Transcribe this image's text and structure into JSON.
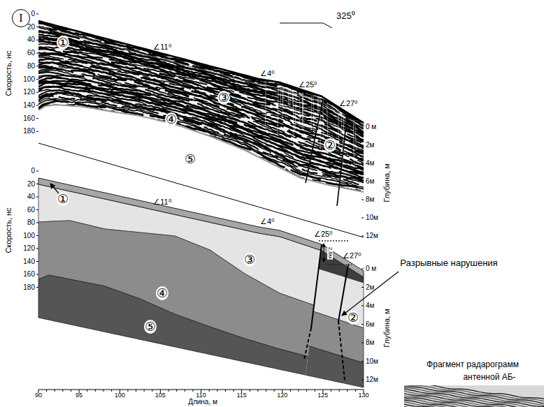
{
  "diagram": {
    "nodes": [
      {
        "text": [
          "I"
        ]
      }
    ],
    "labels": [
      "325⁰",
      "Скорость, нс",
      "0",
      "20",
      "40",
      "60",
      "80",
      "100",
      "120",
      "140",
      "160",
      "180",
      "Глубина, м",
      "0 м",
      "2м",
      "4м",
      "6м",
      "8м",
      "10м",
      "12м",
      "①",
      "∠11⁰",
      "∠4⁰",
      "∠25⁰",
      "∠27⁰",
      "③",
      "④",
      "②",
      "⑤",
      "Скорость, нс",
      "0",
      "20",
      "40",
      "60",
      "80",
      "100",
      "120",
      "140",
      "160",
      "180",
      "Глубина, м",
      "0 м",
      "2м",
      "4м",
      "6м",
      "8м",
      "10м",
      "12м",
      "①",
      "∠11⁰",
      "∠4⁰",
      "∠25⁰",
      "2,6м",
      "∠27⁰",
      "③",
      "④",
      "⑤",
      "②",
      "Разрывные нарушения",
      "90",
      "95",
      "100",
      "105",
      "110",
      "115",
      "120",
      "125",
      "130",
      "Длина, м",
      "Фрагмент радарограмм",
      "антенной АБ-"
    ]
  }
}
